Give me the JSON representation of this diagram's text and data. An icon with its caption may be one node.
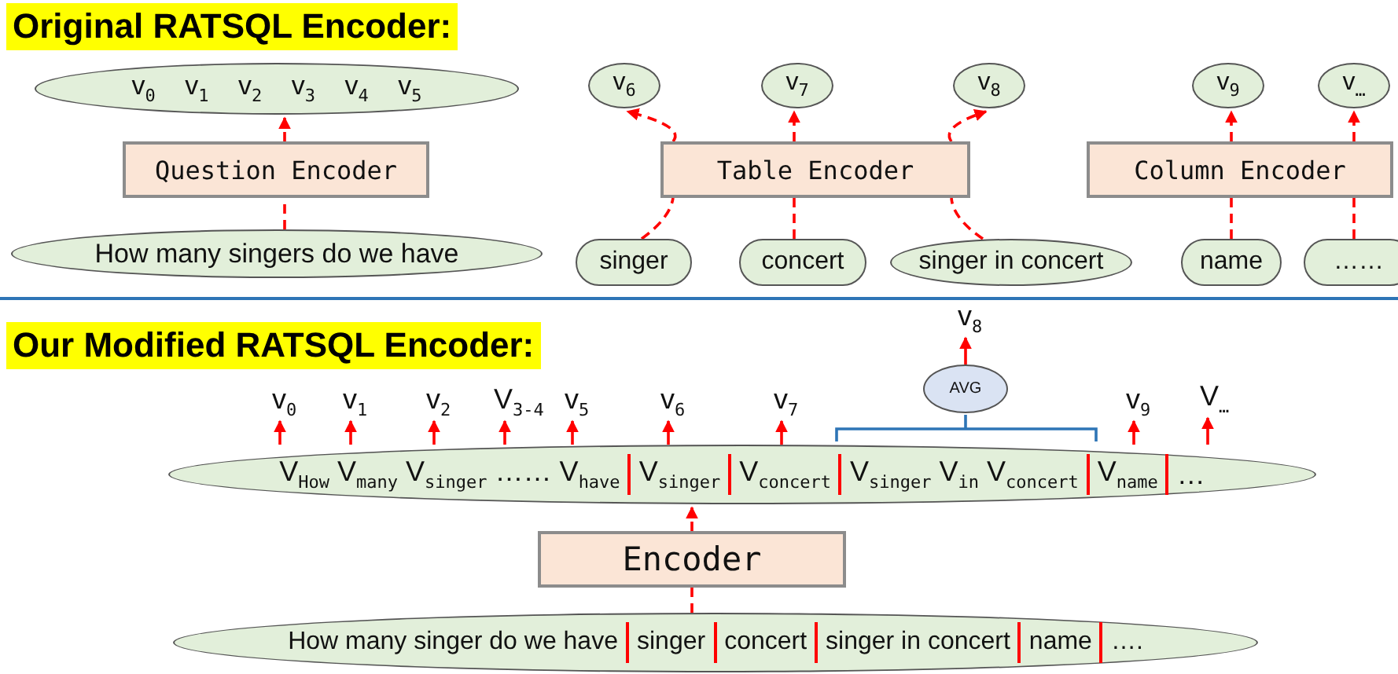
{
  "diagram": {
    "nodes": [
      {
        "text": [
          "v$_{0}$ v$_{1}$ v$_{2}$ v$_{3}$ v$_{4}$ v$_{5}$"
        ]
      },
      {
        "text": [
          "Question Encoder"
        ]
      },
      {
        "text": [
          "How many singers do we have"
        ]
      },
      {
        "text": [
          "v$_{6}$"
        ]
      },
      {
        "text": [
          "v$_{7}$"
        ]
      },
      {
        "text": [
          "v$_{8}$"
        ]
      },
      {
        "text": [
          "Table Encoder"
        ]
      },
      {
        "text": [
          "singer"
        ]
      },
      {
        "text": [
          "concert"
        ]
      },
      {
        "text": [
          "singer in concert"
        ]
      },
      {
        "text": [
          "v$_{9}$"
        ]
      },
      {
        "text": [
          "v$_{…}$"
        ]
      },
      {
        "text": [
          "Column Encoder"
        ]
      },
      {
        "text": [
          "name"
        ]
      },
      {
        "text": [
          "……"
        ]
      },
      {
        "text": [
          "V$_{How}$ V$_{many}$ V$_{singer}$ …… V$_{have}$",
          "V$_{singer}$",
          "V$_{concert}$",
          "V$_{singer}$ V$_{in}$ V$_{concert}$",
          "V$_{name}$",
          "…"
        ]
      },
      {
        "text": [
          "AVG"
        ]
      },
      {
        "text": [
          "Encoder"
        ]
      },
      {
        "text": [
          "How many singer do we have",
          "singer",
          "concert",
          "singer in concert",
          "name",
          "…."
        ]
      },
      {
        "text": [
          "v$_{0}$"
        ]
      },
      {
        "text": [
          "v$_{1}$"
        ]
      },
      {
        "text": [
          "v$_{2}$"
        ]
      },
      {
        "text": [
          "V$_{3-4}$"
        ]
      },
      {
        "text": [
          "v$_{5}$"
        ]
      },
      {
        "text": [
          "v$_{6}$"
        ]
      },
      {
        "text": [
          "v$_{7}$"
        ]
      },
      {
        "text": [
          "v$_{8}$"
        ]
      },
      {
        "text": [
          "v$_{9}$"
        ]
      },
      {
        "text": [
          "V$_{…}$"
        ]
      }
    ],
    "edges": [
      {
        "from": 2,
        "to": 1,
        "arrow": "none",
        "style": "dashed"
      },
      {
        "from": 1,
        "to": 0,
        "arrow": "to",
        "style": "dashed"
      },
      {
        "from": 7,
        "to": 6,
        "arrow": "none",
        "style": "dashed"
      },
      {
        "from": 6,
        "to": 3,
        "arrow": "to",
        "style": "dashed"
      },
      {
        "from": 8,
        "to": 6,
        "arrow": "none",
        "style": "dashed"
      },
      {
        "from": 6,
        "to": 4,
        "arrow": "to",
        "style": "dashed"
      },
      {
        "from": 9,
        "to": 6,
        "arrow": "none",
        "style": "dashed"
      },
      {
        "from": 6,
        "to": 5,
        "arrow": "to",
        "style": "dashed"
      },
      {
        "from": 13,
        "to": 12,
        "arrow": "none",
        "style": "dashed"
      },
      {
        "from": 12,
        "to": 10,
        "arrow": "to",
        "style": "dashed"
      },
      {
        "from": 14,
        "to": 12,
        "arrow": "none",
        "style": "dashed"
      },
      {
        "from": 12,
        "to": 11,
        "arrow": "to",
        "style": "dashed"
      },
      {
        "from": 15,
        "to": 19,
        "arrow": "to"
      },
      {
        "from": 15,
        "to": 20,
        "arrow": "to"
      },
      {
        "from": 15,
        "to": 21,
        "arrow": "to"
      },
      {
        "from": 15,
        "to": 22,
        "arrow": "to"
      },
      {
        "from": 15,
        "to": 23,
        "arrow": "to"
      },
      {
        "from": 15,
        "to": 24,
        "arrow": "to"
      },
      {
        "from": 15,
        "to": 25,
        "arrow": "to"
      },
      {
        "from": 16,
        "to": 26,
        "arrow": "to"
      },
      {
        "from": 15,
        "to": 27,
        "arrow": "to"
      },
      {
        "from": 15,
        "to": 28,
        "arrow": "to"
      },
      {
        "from": 18,
        "to": 17,
        "arrow": "none",
        "style": "dashed"
      },
      {
        "from": 17,
        "to": 15,
        "arrow": "to",
        "style": "dashed"
      },
      {
        "from": 15,
        "to": 16,
        "arrow": "none",
        "color": "#2e75b6"
      }
    ],
    "labels": [
      "Original RATSQL Encoder:",
      "Our Modified RATSQL Encoder:"
    ]
  }
}
